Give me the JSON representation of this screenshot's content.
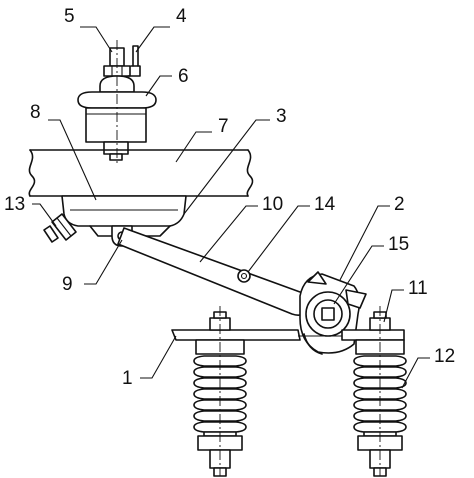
{
  "callouts": [
    {
      "id": "c5",
      "text": "5"
    },
    {
      "id": "c4",
      "text": "4"
    },
    {
      "id": "c6",
      "text": "6"
    },
    {
      "id": "c8",
      "text": "8"
    },
    {
      "id": "c7",
      "text": "7"
    },
    {
      "id": "c3",
      "text": "3"
    },
    {
      "id": "c13",
      "text": "13"
    },
    {
      "id": "c10",
      "text": "10"
    },
    {
      "id": "c14",
      "text": "14"
    },
    {
      "id": "c2",
      "text": "2"
    },
    {
      "id": "c15",
      "text": "15"
    },
    {
      "id": "c9",
      "text": "9"
    },
    {
      "id": "c11",
      "text": "11"
    },
    {
      "id": "c12",
      "text": "12"
    },
    {
      "id": "c1",
      "text": "1"
    }
  ]
}
